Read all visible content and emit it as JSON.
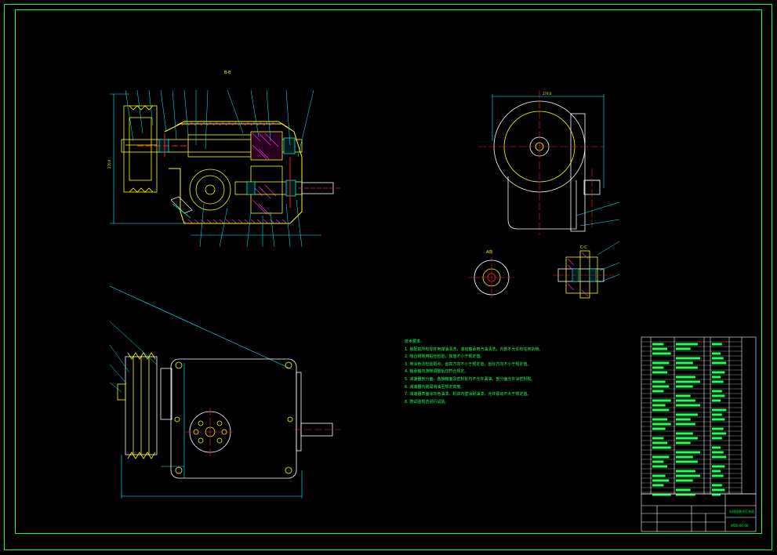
{
  "colors": {
    "background": "#000000",
    "frame": "#00ff44",
    "outline": "#ffff00",
    "dimension": "#00ffff",
    "hatch": "#ff33ff",
    "center": "#ff2020",
    "note": "#22ff55",
    "white": "#ffffff"
  },
  "views": {
    "section_label": "B-B",
    "view_a_label": "A向",
    "section_c_label": "C-C",
    "dim_top_width": "274.0",
    "dim_side_height": "270.0"
  },
  "notes": {
    "title": "技术要求:",
    "lines": [
      "1. 装配前所有零件用煤油清洗，滚动轴承用汽油清洗，内部不允许有任何杂物。",
      "2. 啮合侧隙用铅丝检验，其值不小于规定值。",
      "3. 用涂色法检验斑点，齿高方向不小于规定值，齿长方向不小于规定值。",
      "4. 轴承轴向游隙调整后应符合规定。",
      "5. 减速器剖分面、各接触面及密封处均不允许漏油，剖分面允许涂密封胶。",
      "6. 减速器内装润滑油至规定高度。",
      "7. 减速器表面涂灰色油漆，机体内壁涂耐油漆，允许振动不大于规定值。",
      "8. 按试验规范进行试验。"
    ]
  },
  "title_block": {
    "drawing_name": "分段组装式打米机",
    "drawing_code": "WDS 00-00"
  }
}
